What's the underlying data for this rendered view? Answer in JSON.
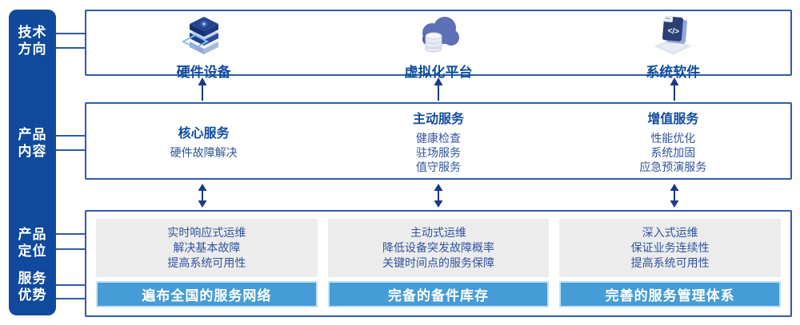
{
  "sidebar": {
    "items": [
      {
        "label": "技术\n方向"
      },
      {
        "label": "产品\n内容"
      },
      {
        "label": "产品\n定位"
      },
      {
        "label": "服务\n优势"
      }
    ]
  },
  "tech_row": {
    "items": [
      {
        "icon": "server-stack-icon",
        "label": "硬件设备"
      },
      {
        "icon": "cloud-database-icon",
        "label": "虚拟化平台"
      },
      {
        "icon": "software-window-icon",
        "label": "系统软件"
      }
    ]
  },
  "content_row": {
    "columns": [
      {
        "title": "核心服务",
        "items": [
          "硬件故障解决"
        ]
      },
      {
        "title": "主动服务",
        "items": [
          "健康检查",
          "驻场服务",
          "值守服务"
        ]
      },
      {
        "title": "增值服务",
        "items": [
          "性能优化",
          "系统加固",
          "应急预演服务"
        ]
      }
    ]
  },
  "bottom_row": {
    "columns": [
      {
        "positioning": [
          "实时响应式运维",
          "解决基本故障",
          "提高系统可用性"
        ],
        "advantage": "遍布全国的服务网络"
      },
      {
        "positioning": [
          "主动式运维",
          "降低设备突发故障概率",
          "关键时间点的服务保障"
        ],
        "advantage": "完备的备件库存"
      },
      {
        "positioning": [
          "深入式运维",
          "保证业务连续性",
          "提高系统可用性"
        ],
        "advantage": "完善的服务管理体系"
      }
    ]
  },
  "colors": {
    "sidebar_bg": "#114A9D",
    "box_border": "#2E5CA8",
    "heading_text": "#0F4C9E",
    "body_text": "#2F549E",
    "gray_box_bg": "#ECECEC",
    "advantage_bar_bg": "#459CD6",
    "advantage_bar_border": "#C3E0F4",
    "arrow": "#1A3A8C",
    "sidebar_text": "#FFFFFF",
    "advantage_text": "#FFFFFF"
  }
}
